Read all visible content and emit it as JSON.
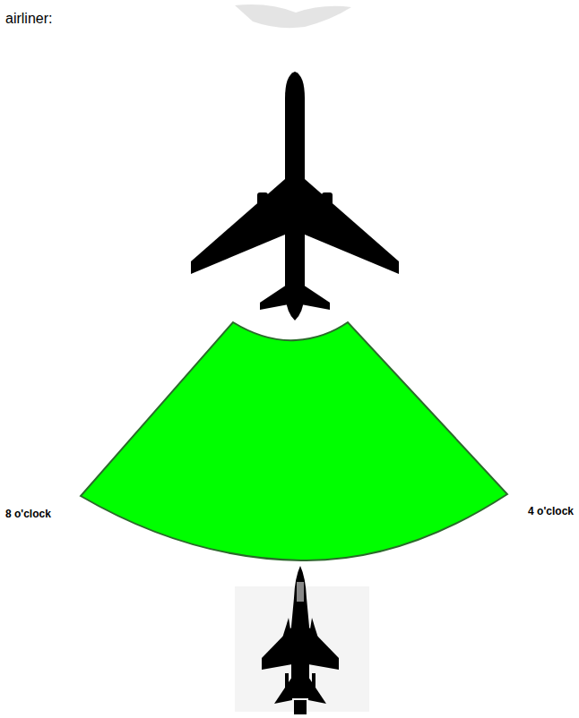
{
  "diagram": {
    "labels": [
      "airliner:",
      "8 o'clock",
      "4 o'clock"
    ]
  }
}
